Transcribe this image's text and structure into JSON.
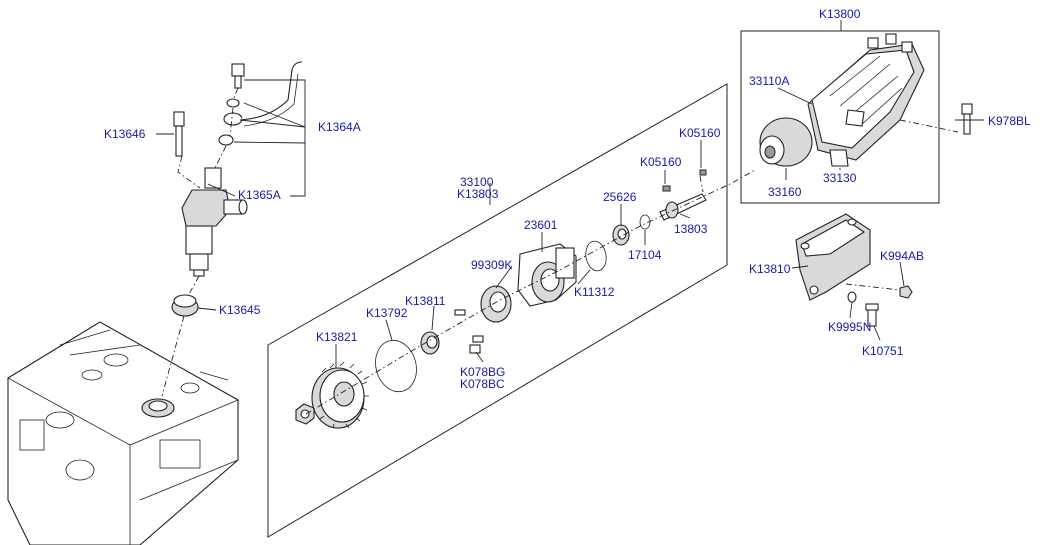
{
  "labels": {
    "k13800": "K13800",
    "k978bl": "K978BL",
    "p33110a": "33110A",
    "p33130": "33130",
    "p33160": "33160",
    "k05160_top": "K05160",
    "k05160_mid": "K05160",
    "p13803": "13803",
    "p25626": "25626",
    "p17104": "17104",
    "p23601": "23601",
    "k11312": "K11312",
    "p99309k": "99309K",
    "k13811": "K13811",
    "k13792": "K13792",
    "k13821": "K13821",
    "k078bg": "K078BG",
    "k078bc": "K078BC",
    "p33100": "33100",
    "k13803": "K13803",
    "k1364a": "K1364A",
    "k1365a": "K1365A",
    "k13646": "K13646",
    "k13645": "K13645",
    "k13810": "K13810",
    "k994ab": "K994AB",
    "k9995n": "K9995N",
    "k10751": "K10751"
  }
}
